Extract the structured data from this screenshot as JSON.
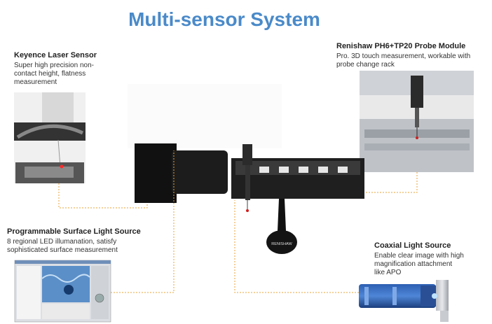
{
  "title": "Multi-sensor System",
  "keyence": {
    "heading": "Keyence Laser Sensor",
    "desc": [
      " Super high precision non-",
      "contact height, flatness",
      "measurement"
    ]
  },
  "renishaw": {
    "heading": "Renishaw PH6+TP20 Probe Module",
    "desc": [
      "Pro. 3D touch measurement, workable with",
      "probe change rack"
    ]
  },
  "surface_light": {
    "heading": "Programmable Surface Light Source",
    "desc": [
      "8 regional LED illumanation, satisfy",
      "sophisticated surface measurement"
    ]
  },
  "coaxial": {
    "heading": "Coaxial Light Source",
    "desc": [
      "Enable clear image with high",
      "magnification  attachment",
      "like APO"
    ]
  },
  "probe_brand": "RENISHAW",
  "colors": {
    "title": "#4a8ac9",
    "connector": "#e8a33a"
  }
}
